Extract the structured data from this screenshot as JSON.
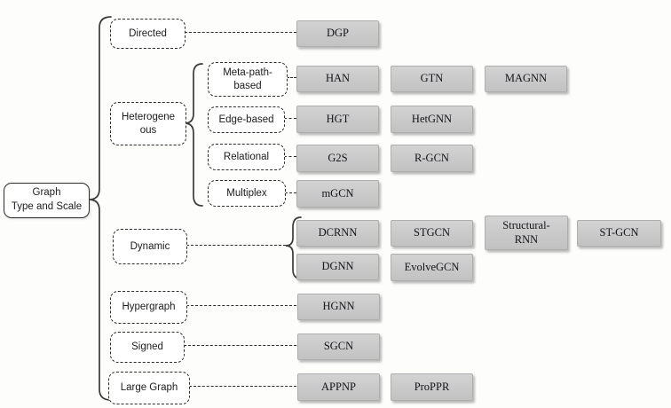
{
  "root": {
    "label": "Graph\nType and Scale"
  },
  "categories": [
    {
      "id": "directed",
      "label": "Directed"
    },
    {
      "id": "heterogeneous",
      "label": "Heterogene\nous"
    },
    {
      "id": "dynamic",
      "label": "Dynamic"
    },
    {
      "id": "hypergraph",
      "label": "Hypergraph"
    },
    {
      "id": "signed",
      "label": "Signed"
    },
    {
      "id": "large-graph",
      "label": "Large Graph"
    }
  ],
  "subcategories": [
    {
      "id": "meta-path-based",
      "label": "Meta-path-\nbased"
    },
    {
      "id": "edge-based",
      "label": "Edge-based"
    },
    {
      "id": "relational",
      "label": "Relational"
    },
    {
      "id": "multiplex",
      "label": "Multiplex"
    }
  ],
  "models": [
    {
      "id": "dgp",
      "label": "DGP"
    },
    {
      "id": "han",
      "label": "HAN"
    },
    {
      "id": "gtn",
      "label": "GTN"
    },
    {
      "id": "magnn",
      "label": "MAGNN"
    },
    {
      "id": "hgt",
      "label": "HGT"
    },
    {
      "id": "hetgnn",
      "label": "HetGNN"
    },
    {
      "id": "g2s",
      "label": "G2S"
    },
    {
      "id": "r-gcn",
      "label": "R-GCN"
    },
    {
      "id": "mgcn",
      "label": "mGCN"
    },
    {
      "id": "dcrnn",
      "label": "DCRNN"
    },
    {
      "id": "stgcn",
      "label": "STGCN"
    },
    {
      "id": "structural-rnn",
      "label": "Structural-\nRNN"
    },
    {
      "id": "st-gcn",
      "label": "ST-GCN"
    },
    {
      "id": "dgnn",
      "label": "DGNN"
    },
    {
      "id": "evolvegcn",
      "label": "EvolveGCN"
    },
    {
      "id": "hgnn",
      "label": "HGNN"
    },
    {
      "id": "sgcn",
      "label": "SGCN"
    },
    {
      "id": "appnp",
      "label": "APPNP"
    },
    {
      "id": "proppr",
      "label": "ProPPR"
    }
  ],
  "colors": {
    "model_box_fill": "#c9c9c9",
    "model_box_border": "#aeaeae",
    "line_color": "#2b2b2b",
    "background": "#fdfdfc"
  }
}
